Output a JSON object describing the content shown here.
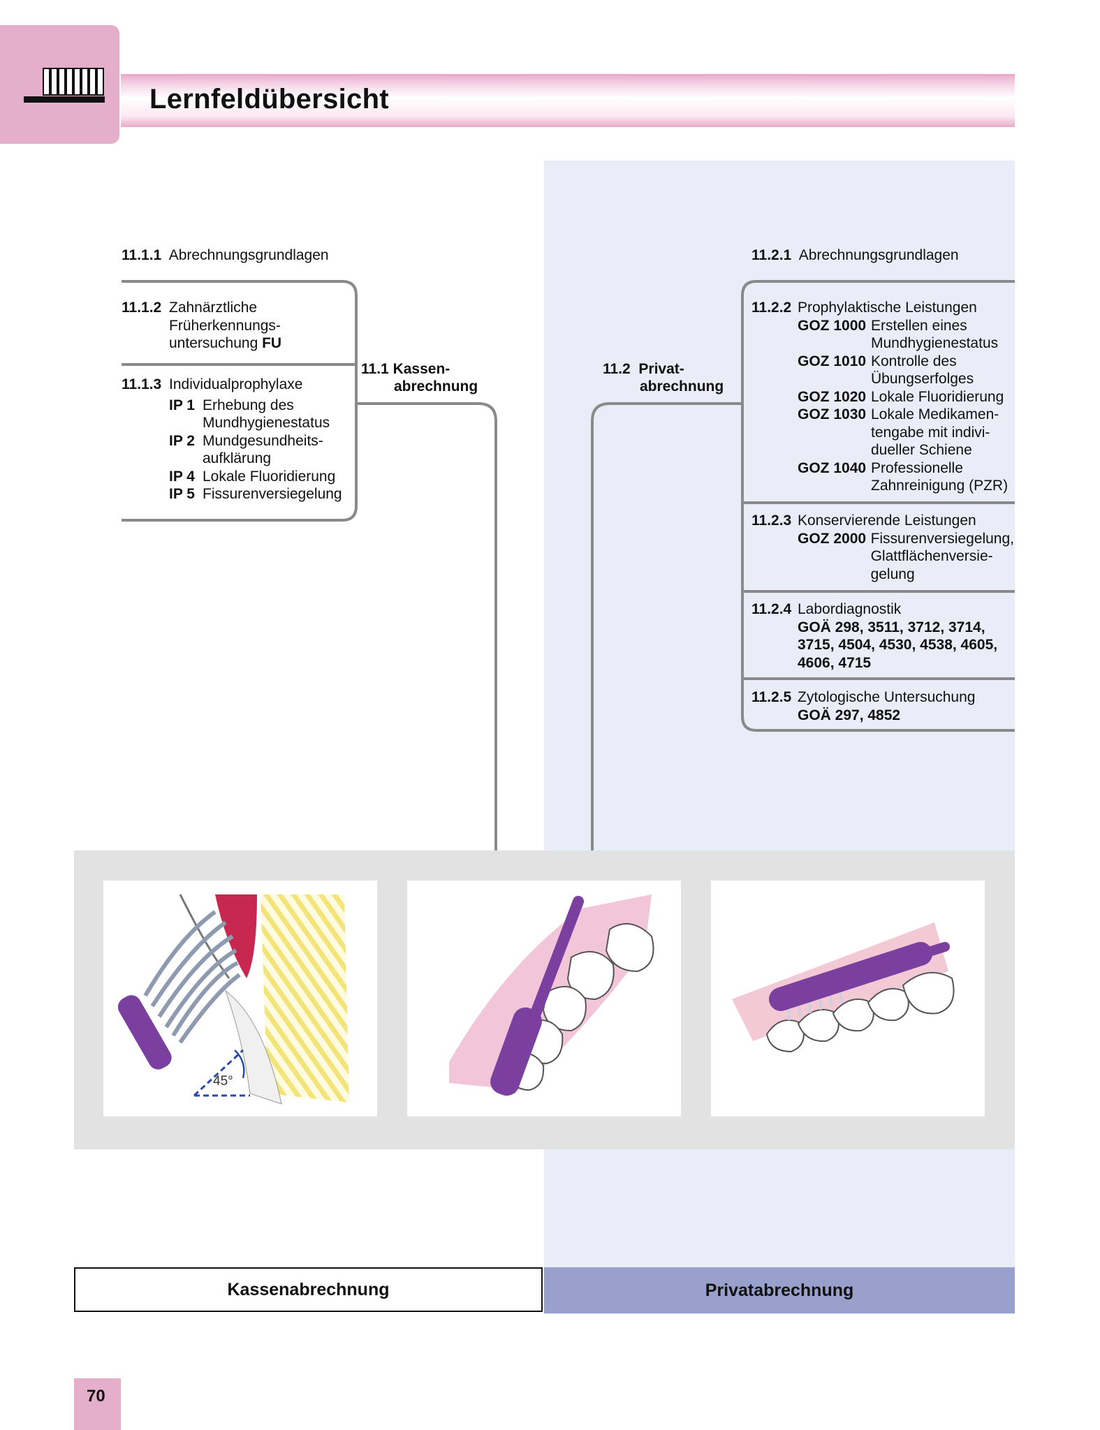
{
  "header": {
    "title": "Lernfeldübersicht",
    "icon": "toothbrush-icon"
  },
  "kasse": {
    "heading_num": "11.1",
    "heading_line1": "Kassen-",
    "heading_line2": "abrechnung",
    "e1": {
      "num": "11.1.1",
      "text": "Abrechnungsgrundlagen"
    },
    "e2": {
      "num": "11.1.2",
      "line1": "Zahnärztliche",
      "line2": "Früherkennungs-",
      "line3": "untersuchung",
      "bold": "FU"
    },
    "e3": {
      "num": "11.1.3",
      "text": "Individualprophylaxe",
      "items": [
        {
          "code": "IP 1",
          "lines": [
            "Erhebung des",
            "Mundhygienestatus"
          ]
        },
        {
          "code": "IP 2",
          "lines": [
            "Mundgesundheits-",
            "aufklärung"
          ]
        },
        {
          "code": "IP 4",
          "lines": [
            "Lokale Fluoridierung"
          ]
        },
        {
          "code": "IP 5",
          "lines": [
            "Fissurenversiegelung"
          ]
        }
      ]
    }
  },
  "privat": {
    "heading_num": "11.2",
    "heading_line1": "Privat-",
    "heading_line2": "abrechnung",
    "e1": {
      "num": "11.2.1",
      "text": "Abrechnungsgrundlagen"
    },
    "e2": {
      "num": "11.2.2",
      "text": "Prophylaktische Leistungen",
      "items": [
        {
          "code": "GOZ 1000",
          "lines": [
            "Erstellen eines",
            "Mundhygienestatus"
          ]
        },
        {
          "code": "GOZ 1010",
          "lines": [
            "Kontrolle des",
            "Übungserfolges"
          ]
        },
        {
          "code": "GOZ 1020",
          "lines": [
            "Lokale Fluoridierung"
          ]
        },
        {
          "code": "GOZ 1030",
          "lines": [
            "Lokale Medikamen-",
            "tengabe mit indivi-",
            "dueller Schiene"
          ]
        },
        {
          "code": "GOZ 1040",
          "lines": [
            "Professionelle",
            "Zahnreinigung (PZR)"
          ]
        }
      ]
    },
    "e3": {
      "num": "11.2.3",
      "text": "Konservierende Leistungen",
      "items": [
        {
          "code": "GOZ 2000",
          "lines": [
            "Fissurenversiegelung,",
            "Glattflächenversie-",
            "gelung"
          ]
        }
      ]
    },
    "e4": {
      "num": "11.2.4",
      "text": "Labordiagnostik",
      "codes": [
        "GOÄ 298, 3511, 3712, 3714,",
        "3715, 4504, 4530, 4538, 4605,",
        "4606, 4715"
      ]
    },
    "e5": {
      "num": "11.2.5",
      "text": "Zytologische Untersuchung",
      "codes": [
        "GOÄ 297, 4852"
      ]
    }
  },
  "figures": {
    "angle_label": "45°"
  },
  "tabs": {
    "kasse": "Kassenabrechnung",
    "privat": "Privatabrechnung"
  },
  "page_number": "70",
  "colors": {
    "pink": "#e5afcc",
    "panel": "#eaedf8",
    "tab_privat": "#9aa0cc",
    "brush_purple": "#7b3fa0",
    "line_gray": "#8a8a8a"
  }
}
